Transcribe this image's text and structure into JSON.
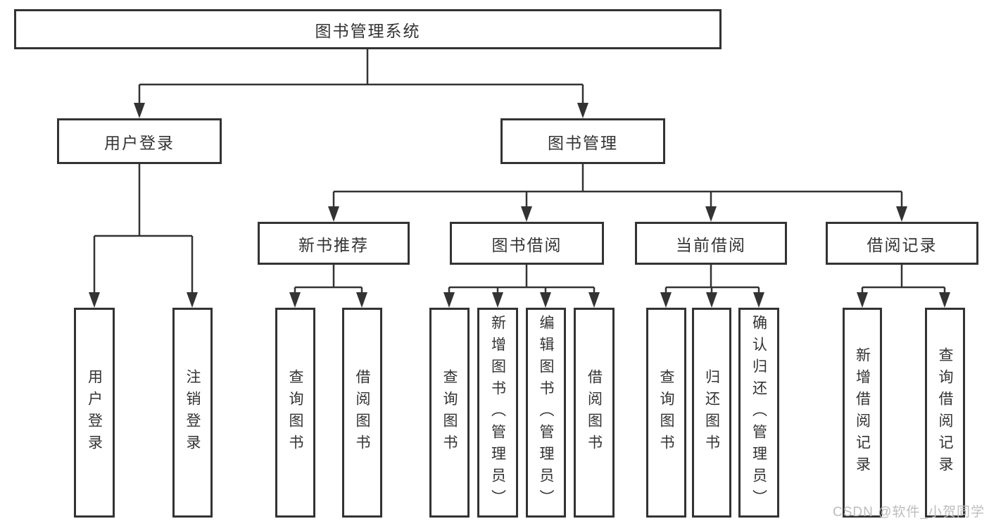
{
  "colors": {
    "line": "#333333",
    "box_border": "#333333",
    "text": "#333333",
    "background": "#ffffff",
    "watermark": "#bdbdbd"
  },
  "watermark": {
    "text": "CSDN @软件_小贺同学"
  },
  "tree": {
    "root": {
      "label": "图书管理系统"
    },
    "branches": [
      {
        "label": "用户登录",
        "children": [
          {
            "label": "用户登录"
          },
          {
            "label": "注销登录"
          }
        ]
      },
      {
        "label": "图书管理",
        "children": [
          {
            "label": "新书推荐",
            "children": [
              {
                "label": "查询图书"
              },
              {
                "label": "借阅图书"
              }
            ]
          },
          {
            "label": "图书借阅",
            "children": [
              {
                "label": "查询图书"
              },
              {
                "label": "新增图书（管理员）"
              },
              {
                "label": "编辑图书（管理员）"
              },
              {
                "label": "借阅图书"
              }
            ]
          },
          {
            "label": "当前借阅",
            "children": [
              {
                "label": "查询图书"
              },
              {
                "label": "归还图书"
              },
              {
                "label": "确认归还（管理员）"
              }
            ]
          },
          {
            "label": "借阅记录",
            "children": [
              {
                "label": "新增借阅记录"
              },
              {
                "label": "查询借阅记录"
              }
            ]
          }
        ]
      }
    ]
  }
}
